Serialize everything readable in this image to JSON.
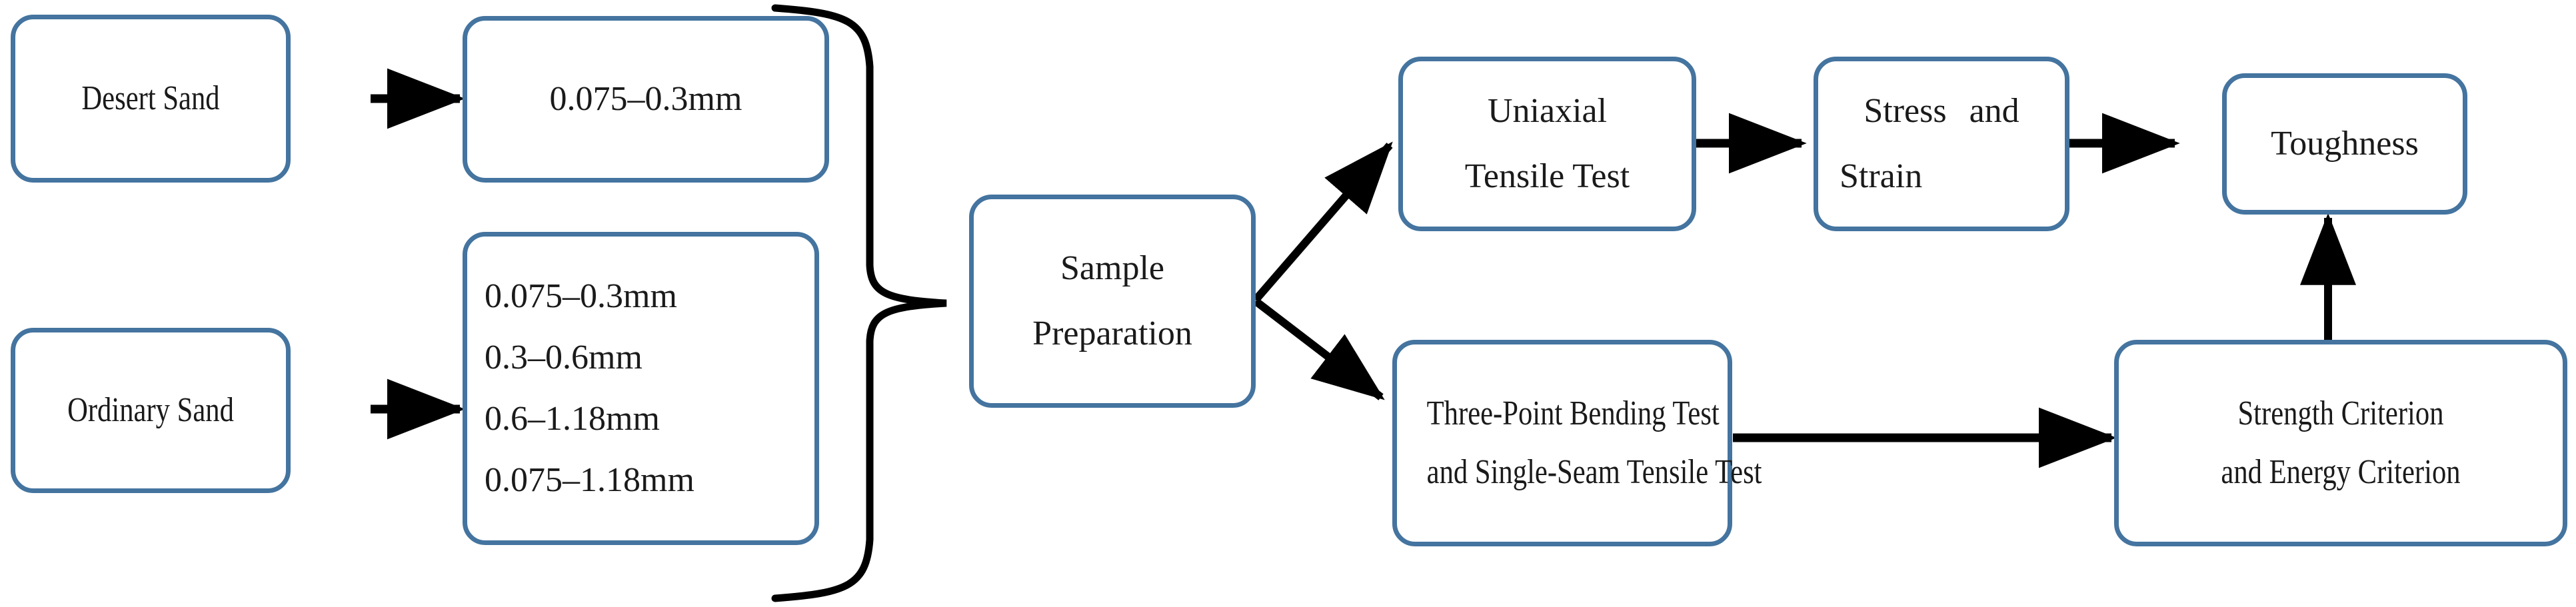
{
  "diagram": {
    "title": "Experimental program flowchart",
    "accent_color": "#44749f",
    "line_color": "#000000",
    "background": "#ffffff"
  },
  "nodes": {
    "desert_sand": {
      "label": "Desert Sand"
    },
    "desert_size": {
      "label": "0.075–0.3mm"
    },
    "ordinary_sand": {
      "label": "Ordinary Sand"
    },
    "ordinary_sizes": {
      "items": [
        "0.075–0.3mm",
        "0.3–0.6mm",
        "0.6–1.18mm",
        "0.075–1.18mm"
      ]
    },
    "sample_preparation": {
      "line1": "Sample",
      "line2": "Preparation"
    },
    "uniaxial_tensile_test": {
      "line1": "Uniaxial",
      "line2": "Tensile Test"
    },
    "stress_and_strain": {
      "line1_a": "Stress",
      "line1_b": "and",
      "line2": "Strain"
    },
    "toughness": {
      "label": "Toughness"
    },
    "bending_tests": {
      "line1": "Three-Point Bending Test",
      "line2": "and Single-Seam Tensile Test"
    },
    "criteria": {
      "line1": "Strength Criterion",
      "line2": "and Energy Criterion"
    }
  },
  "connectors": [
    {
      "name": "desert-sand-to-size",
      "from": "desert_sand",
      "to": "desert_size",
      "kind": "arrow"
    },
    {
      "name": "ordinary-sand-to-sizes",
      "from": "ordinary_sand",
      "to": "ordinary_sizes",
      "kind": "arrow"
    },
    {
      "name": "sizes-brace-to-sample-preparation",
      "from": "size_group",
      "to": "sample_preparation",
      "kind": "brace"
    },
    {
      "name": "sample-preparation-to-uniaxial",
      "from": "sample_preparation",
      "to": "uniaxial_tensile_test",
      "kind": "arrow"
    },
    {
      "name": "sample-preparation-to-bending",
      "from": "sample_preparation",
      "to": "bending_tests",
      "kind": "arrow"
    },
    {
      "name": "uniaxial-to-stress-strain",
      "from": "uniaxial_tensile_test",
      "to": "stress_and_strain",
      "kind": "arrow"
    },
    {
      "name": "stress-strain-to-toughness",
      "from": "stress_and_strain",
      "to": "toughness",
      "kind": "arrow"
    },
    {
      "name": "bending-to-criteria",
      "from": "bending_tests",
      "to": "criteria",
      "kind": "arrow"
    },
    {
      "name": "criteria-to-toughness",
      "from": "criteria",
      "to": "toughness",
      "kind": "arrow"
    }
  ]
}
